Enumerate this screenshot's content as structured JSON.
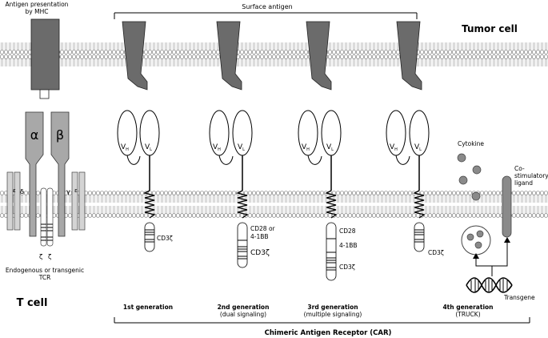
{
  "labels": {
    "mhc": [
      "Antigen presentation",
      "by MHC"
    ],
    "surface_antigen": "Surface antigen",
    "tumor_cell": "Tumor cell",
    "t_cell": "T cell",
    "tcr": [
      "Endogenous or transgenic",
      "TCR"
    ],
    "alpha": "α",
    "beta": "β",
    "epsilon": "ε",
    "delta": "δ",
    "gamma": "γ",
    "zeta": "ζ",
    "vh": "V",
    "vh_sub": "H",
    "vl": "V",
    "vl_sub": "L",
    "cd3z": "CD3ζ",
    "cd28_or": [
      "CD28 or",
      "4-1BB"
    ],
    "cd28": "CD28",
    "bb41": "4-1BB",
    "cytokine": "Cytokine",
    "costim": [
      "Co-",
      "stimulatory",
      "ligand"
    ],
    "transgene": "Transgene",
    "car": "Chimeric Antigen Receptor (CAR)"
  },
  "generations": [
    {
      "title": "1st generation",
      "subtitle": ""
    },
    {
      "title": "2nd generation",
      "subtitle": "(dual signaling)"
    },
    {
      "title": "3rd generation",
      "subtitle": "(multiple signaling)"
    },
    {
      "title": "4th generation",
      "subtitle": "(TRUCK)"
    }
  ]
}
